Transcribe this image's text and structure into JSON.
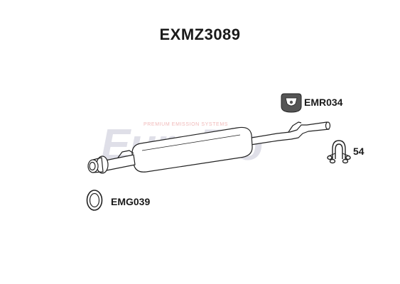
{
  "title": "EXMZ3089",
  "watermark": {
    "brand": "EuroFlo",
    "tagline": "PREMIUM EMISSION SYSTEMS",
    "color_main": "#d9d9e4",
    "color_accent": "#f4c9c9"
  },
  "parts": {
    "rubber_mount": {
      "code": "EMR034",
      "icon": "rubber-mount-icon"
    },
    "clamp": {
      "code": "54",
      "icon": "u-clamp-icon"
    },
    "gasket": {
      "code": "EMG039",
      "icon": "gasket-ring-icon"
    }
  },
  "main_part": {
    "icon": "exhaust-middle-silencer"
  },
  "colors": {
    "line": "#222222",
    "fill": "#ffffff",
    "mount_fill": "#555555"
  }
}
